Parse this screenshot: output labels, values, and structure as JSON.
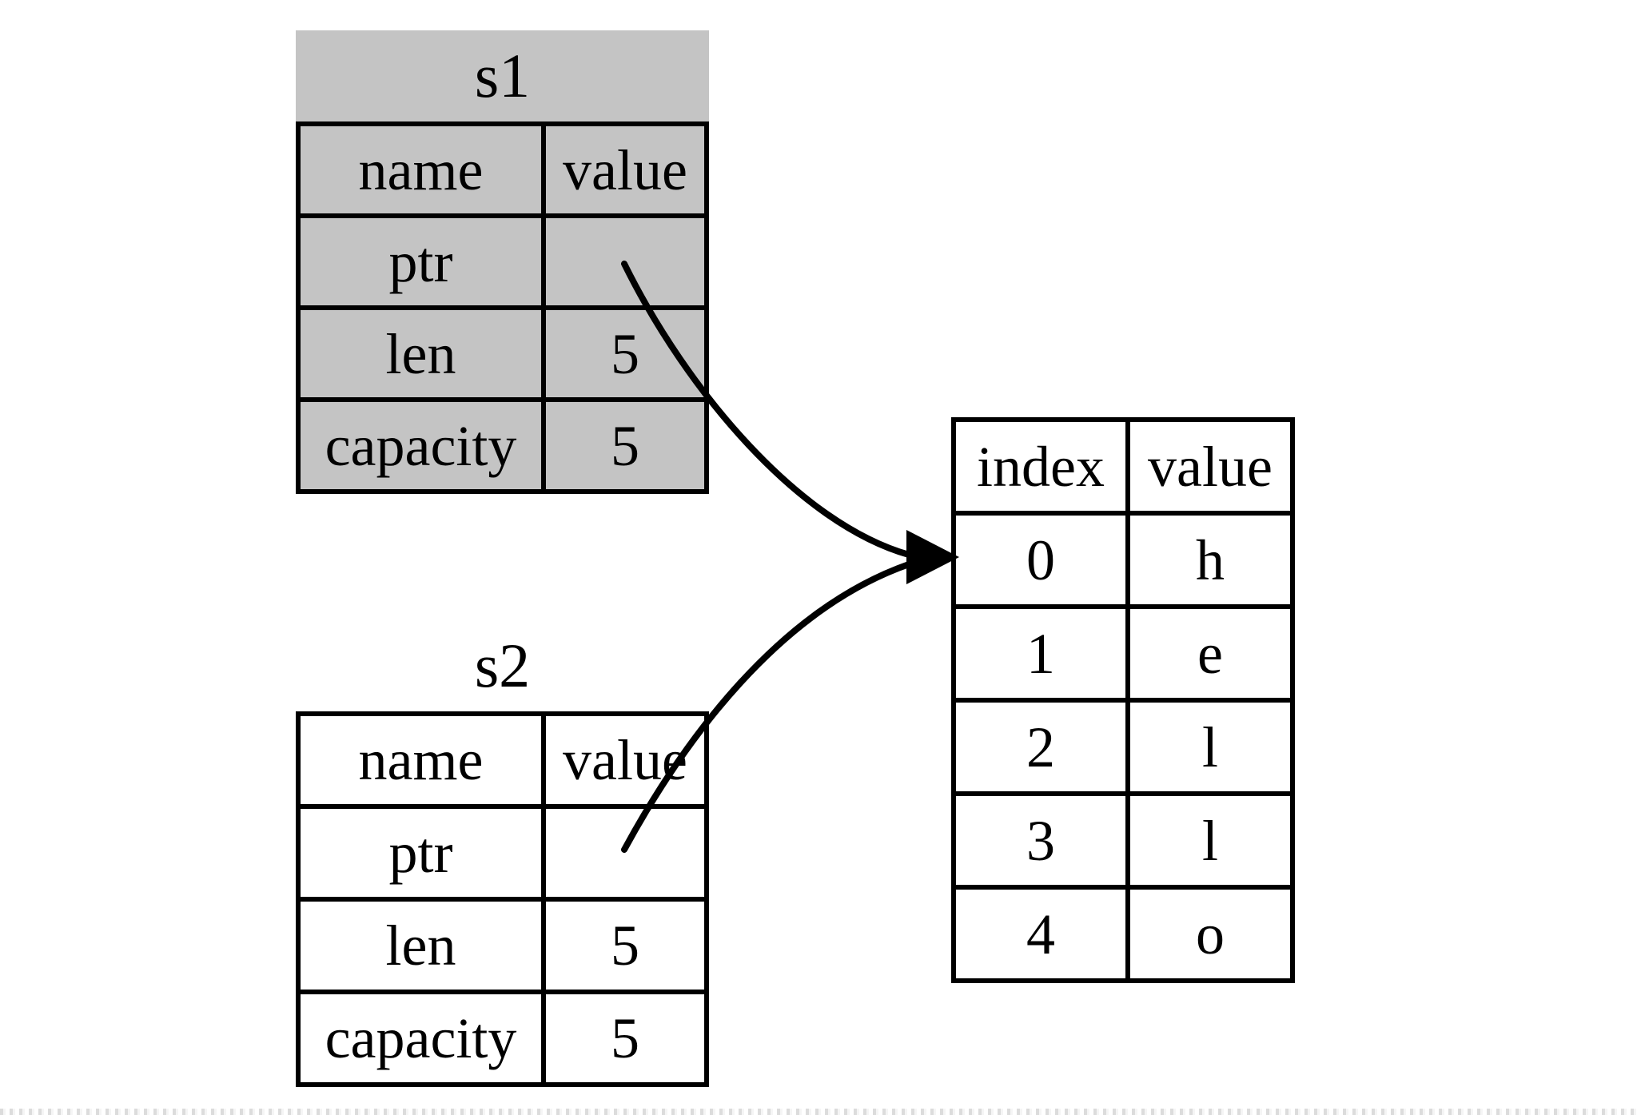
{
  "figure": {
    "struct_fill": "#c4c4c4",
    "stroke": "#000000",
    "background": "#ffffff"
  },
  "s1": {
    "title": "s1",
    "columns": [
      "name",
      "value"
    ],
    "rows": [
      {
        "name": "ptr",
        "value": ""
      },
      {
        "name": "len",
        "value": "5"
      },
      {
        "name": "capacity",
        "value": "5"
      }
    ]
  },
  "s2": {
    "title": "s2",
    "columns": [
      "name",
      "value"
    ],
    "rows": [
      {
        "name": "ptr",
        "value": ""
      },
      {
        "name": "len",
        "value": "5"
      },
      {
        "name": "capacity",
        "value": "5"
      }
    ]
  },
  "heap": {
    "columns": [
      "index",
      "value"
    ],
    "rows": [
      {
        "index": "0",
        "value": "h"
      },
      {
        "index": "1",
        "value": "e"
      },
      {
        "index": "2",
        "value": "l"
      },
      {
        "index": "3",
        "value": "l"
      },
      {
        "index": "4",
        "value": "o"
      }
    ]
  },
  "arrows": [
    {
      "id": "s1-ptr-arrow",
      "from": "s1.ptr.value",
      "to": "heap.row-0"
    },
    {
      "id": "s2-ptr-arrow",
      "from": "s2.ptr.value",
      "to": "heap.row-0"
    }
  ]
}
